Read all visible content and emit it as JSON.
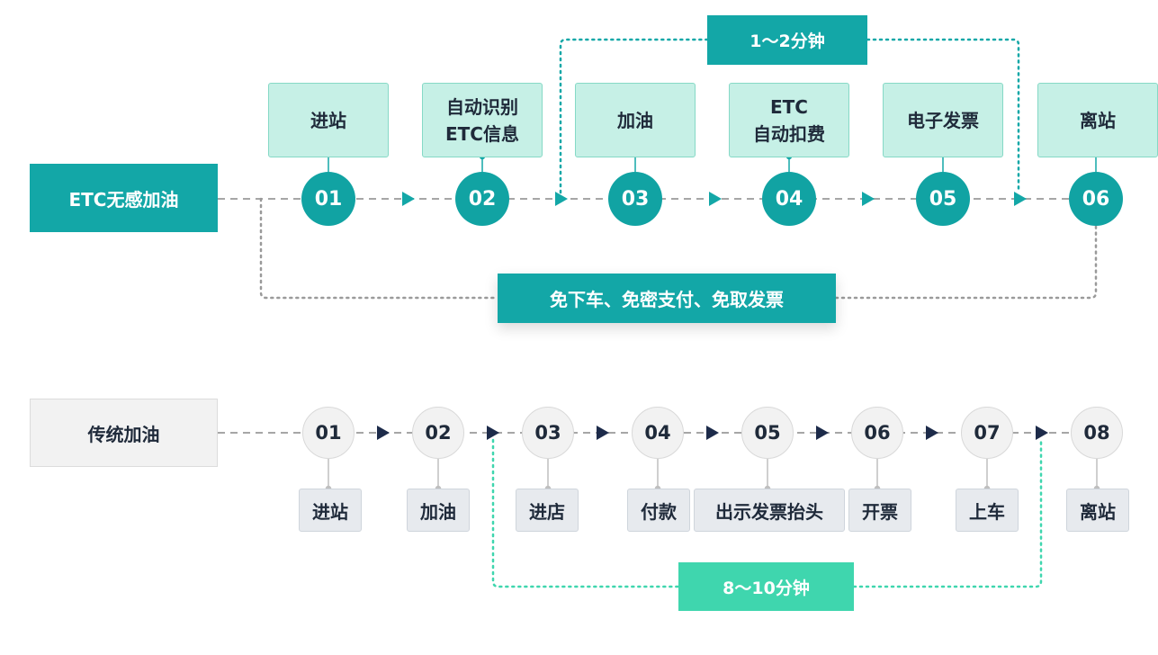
{
  "etc": {
    "title": "ETC无感加油",
    "time_badge": "1～2分钟",
    "benefits": "免下车、免密支付、免取发票",
    "steps": [
      {
        "num": "01",
        "lines": [
          "进站"
        ]
      },
      {
        "num": "02",
        "lines": [
          "自动识别",
          "ETC信息"
        ]
      },
      {
        "num": "03",
        "lines": [
          "加油"
        ]
      },
      {
        "num": "04",
        "lines": [
          "ETC",
          "自动扣费"
        ]
      },
      {
        "num": "05",
        "lines": [
          "电子发票"
        ]
      },
      {
        "num": "06",
        "lines": [
          "离站"
        ]
      }
    ]
  },
  "traditional": {
    "title": "传统加油",
    "time_badge": "8～10分钟",
    "steps": [
      {
        "num": "01",
        "label": "进站"
      },
      {
        "num": "02",
        "label": "加油"
      },
      {
        "num": "03",
        "label": "进店"
      },
      {
        "num": "04",
        "label": "付款"
      },
      {
        "num": "05",
        "label": "出示发票抬头"
      },
      {
        "num": "06",
        "label": "开票"
      },
      {
        "num": "07",
        "label": "上车"
      },
      {
        "num": "08",
        "label": "离站"
      }
    ]
  },
  "colors": {
    "teal": "#13a7a7",
    "card_fill": "#c6f0e6",
    "mint": "#3fd6ae",
    "gray_fill": "#f2f2f2",
    "label_fill": "#e7eaee",
    "arrow_dark": "#1d2b4a",
    "dash_gray": "#a6a6a6"
  }
}
